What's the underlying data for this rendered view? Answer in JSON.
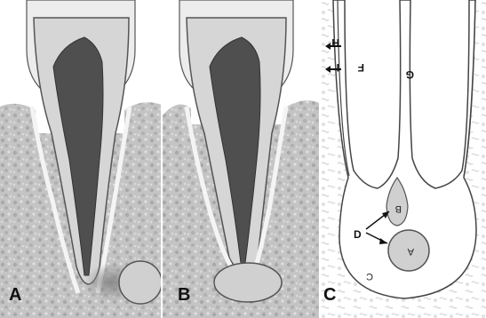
{
  "panels": [
    {
      "letter": "A"
    },
    {
      "letter": "B"
    },
    {
      "letter": "C"
    }
  ],
  "panel_c_labels": {
    "a": "A",
    "b": "B",
    "c": "C",
    "d": "D",
    "f": "F",
    "g": "G",
    "h": "H",
    "i": "I"
  },
  "colors": {
    "pulp": "#4f4f4f",
    "dentin": "#d6d6d6",
    "enamel": "#ececec",
    "bone": "#bdbdbd",
    "outline": "#4a4a4a",
    "lesion": "#d0d0d0"
  }
}
